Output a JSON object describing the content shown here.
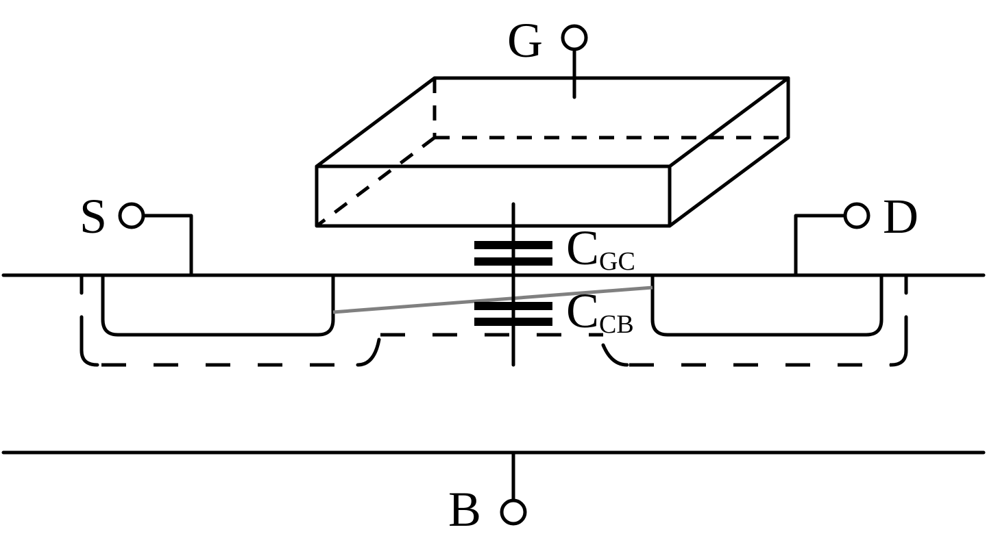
{
  "terminals": {
    "gate": "G",
    "source": "S",
    "drain": "D",
    "body": "B"
  },
  "capacitors": {
    "gate_channel": {
      "main": "C",
      "sub": "GC"
    },
    "channel_body": {
      "main": "C",
      "sub": "CB"
    }
  },
  "colors": {
    "line": "#000000",
    "channel_line": "#808080",
    "background": "#ffffff"
  }
}
